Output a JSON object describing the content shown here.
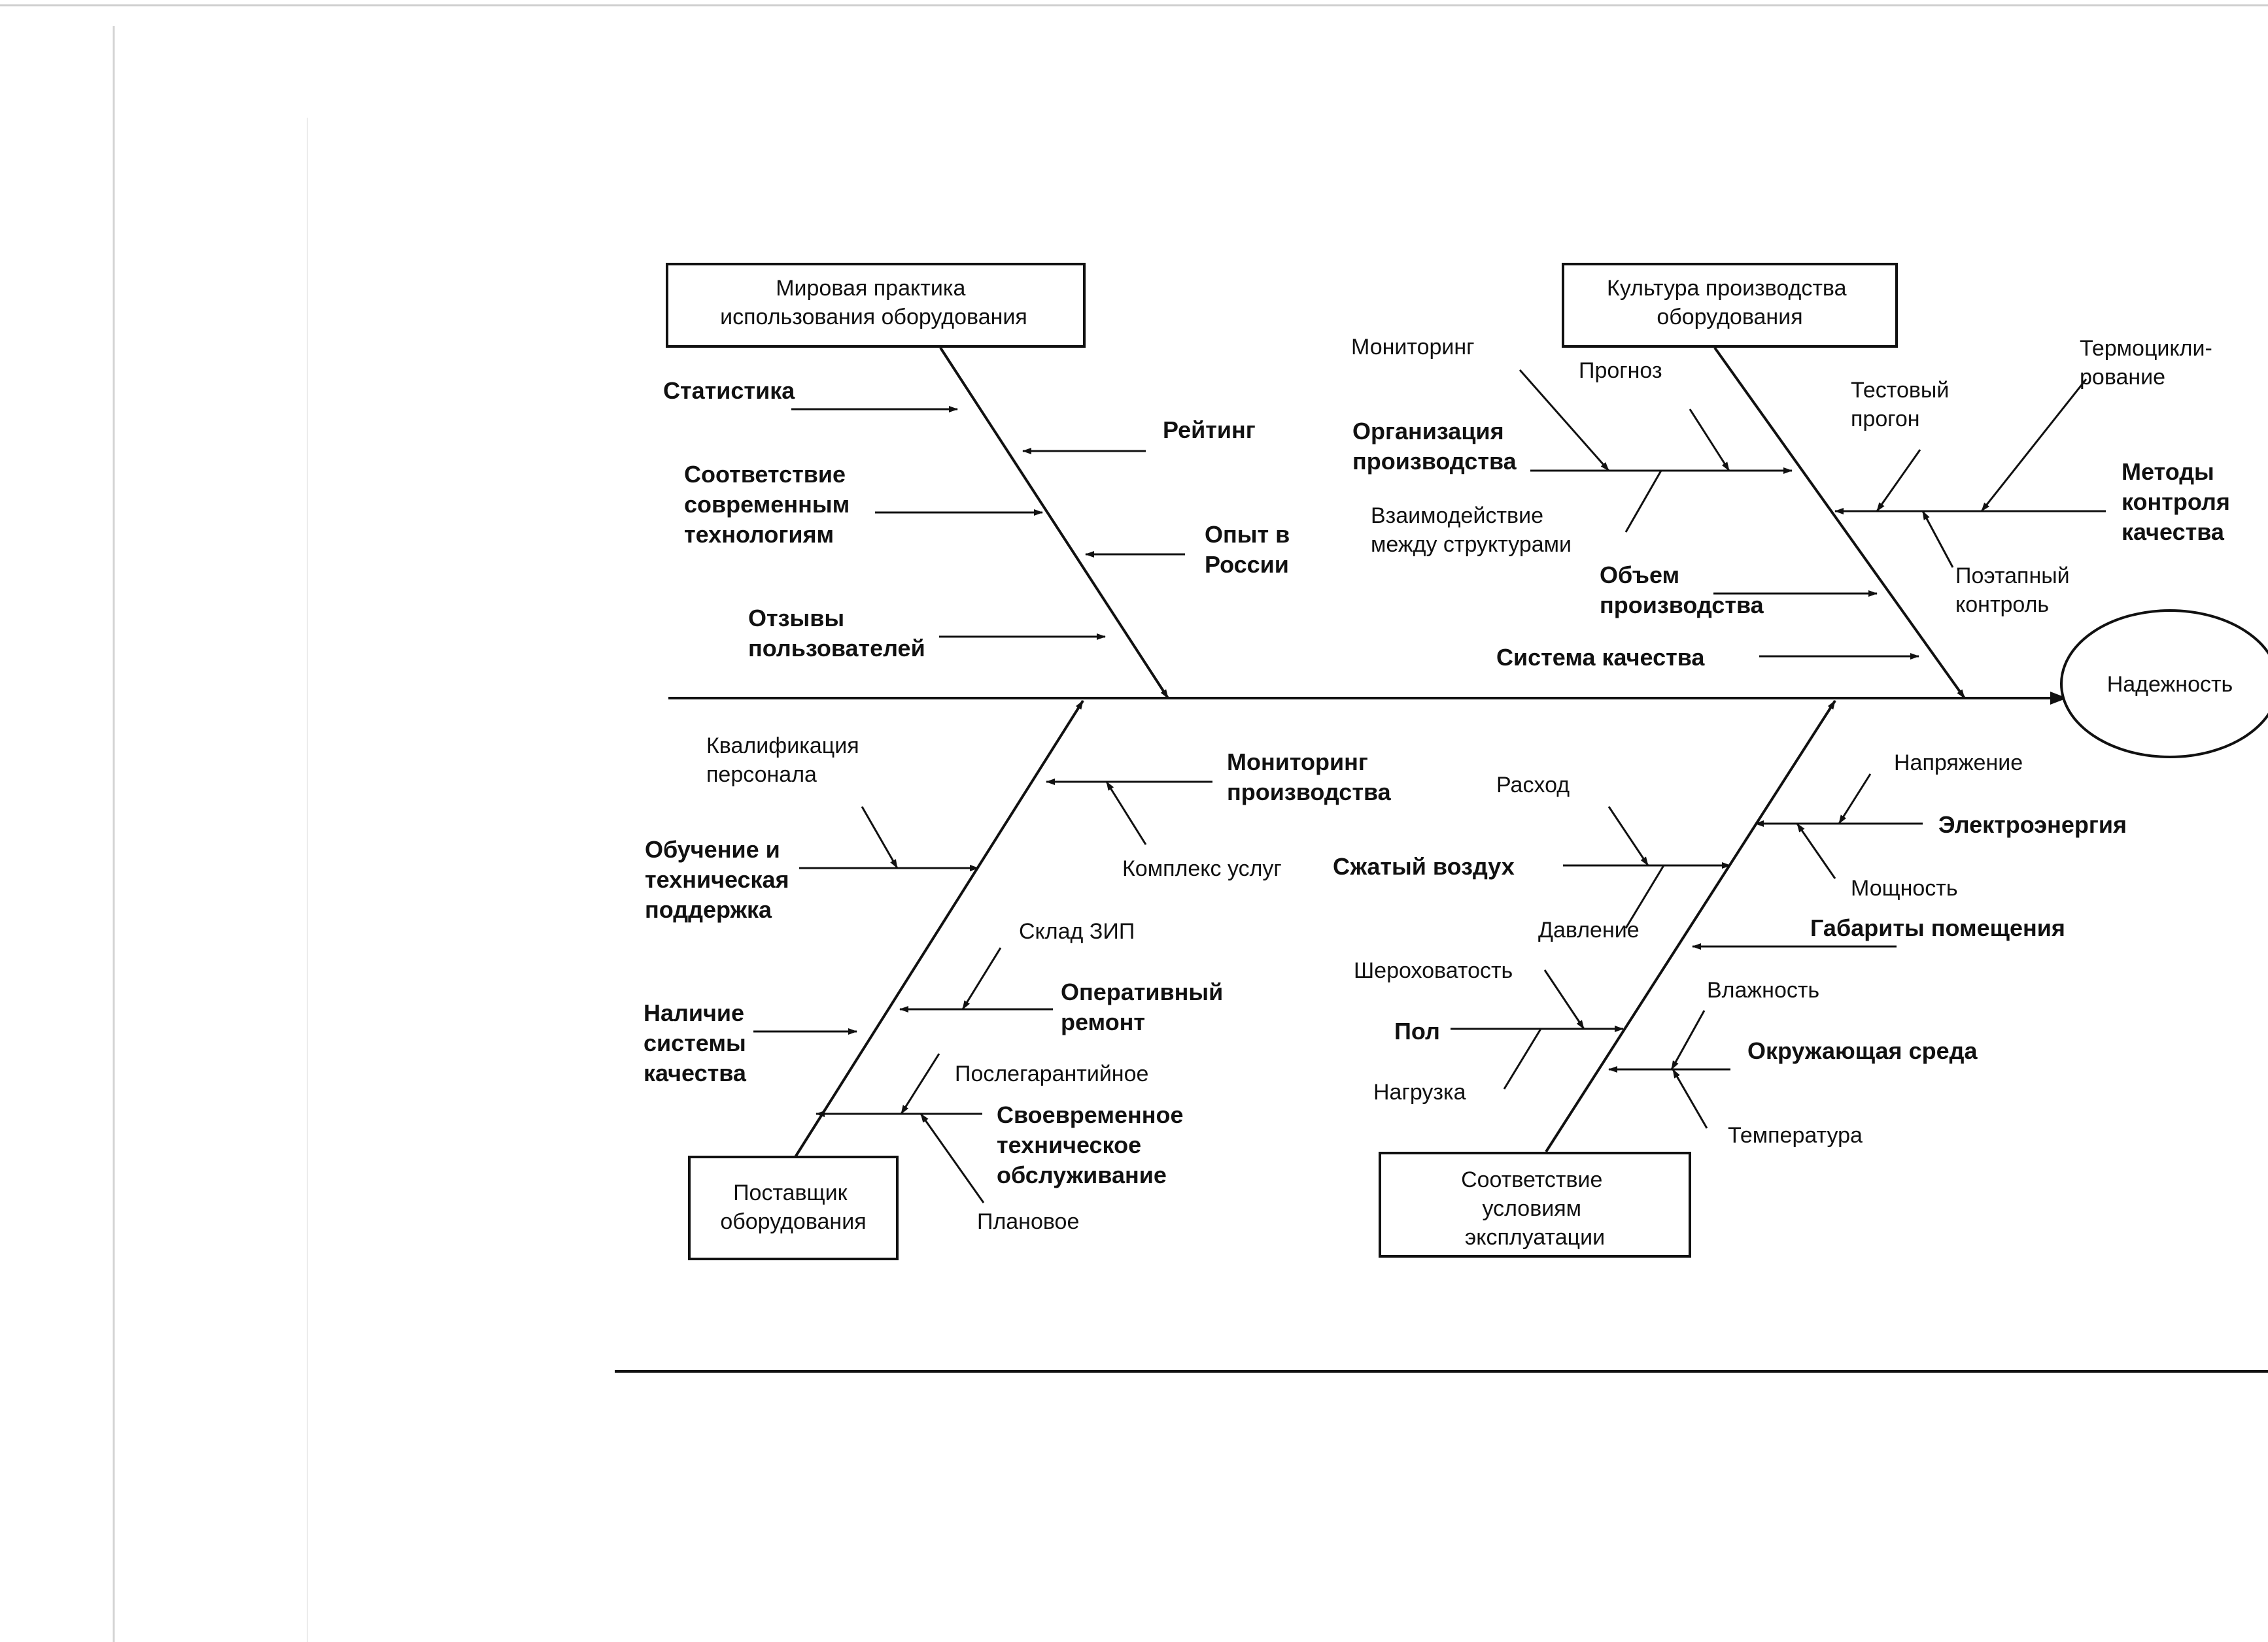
{
  "diagram": {
    "type": "fishbone",
    "effect": "Надежность",
    "categories": {
      "world_practice": "Мировая практика использования оборудования",
      "production_culture": "Культура производства оборудования",
      "supplier": "Поставщик оборудования",
      "operating_conditions": "Соответствие условиям эксплуатации"
    },
    "world_practice": {
      "statistics": "Статистика",
      "rating": "Рейтинг",
      "modern_tech": "Соответствие современным технологиям",
      "russia": "Опыт в России",
      "reviews": "Отзывы пользователей"
    },
    "production_culture": {
      "organization": "Организация производства",
      "monitoring": "Мониторинг",
      "forecast": "Прогноз",
      "interaction": "Взаимодействие между структурами",
      "volume": "Объем производства",
      "quality_system": "Система качества",
      "control_methods": "Методы контроля качества",
      "test_run": "Тестовый прогон",
      "thermal": "Термоцикли-рование",
      "staged": "Поэтапный контроль"
    },
    "supplier": {
      "prod_monitoring": "Мониторинг производства",
      "services": "Комплекс услуг",
      "training": "Обучение и техническая поддержка",
      "qualification": "Квалификация персонала",
      "repair": "Оперативный ремонт",
      "spares": "Склад ЗИП",
      "maintenance": "Своевременное техническое обслуживание",
      "post_warranty": "Послегарантийное",
      "planned": "Плановое",
      "quality_system": "Наличие системы качества"
    },
    "operating_conditions": {
      "compressed_air": "Сжатый воздух",
      "consumption": "Расход",
      "pressure": "Давление",
      "electricity": "Электроэнергия",
      "voltage": "Напряжение",
      "power": "Мощность",
      "room_size": "Габариты помещения",
      "floor": "Пол",
      "roughness": "Шероховатость",
      "load": "Нагрузка",
      "environment": "Окружающая среда",
      "humidity": "Влажность",
      "temperature": "Температура"
    }
  }
}
